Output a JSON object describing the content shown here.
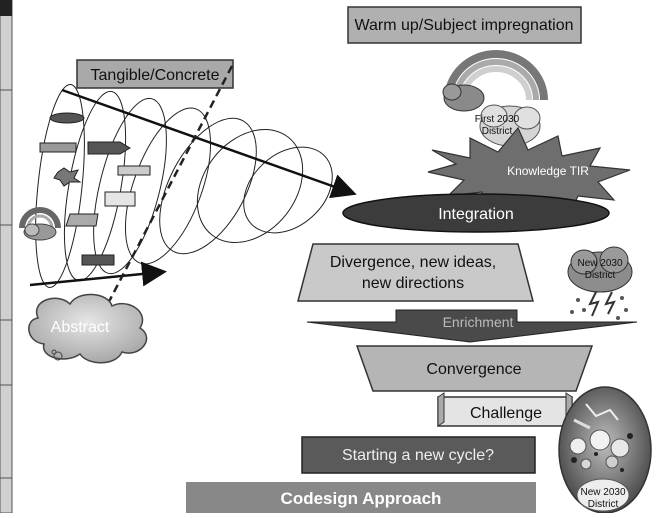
{
  "diagram": {
    "warmup_label": "Warm up/Subject impregnation",
    "tangible_label": "Tangible/Concrete",
    "abstract_label": "Abstract",
    "first_district_label": [
      "First 2030",
      "District"
    ],
    "knowledge_label": "Knowledge TIR",
    "integration_label": "Integration",
    "divergence_label": [
      "Divergence, new ideas,",
      "new directions"
    ],
    "new_district_label": [
      "New 2030",
      "District"
    ],
    "enrichment_label": "Enrichment",
    "convergence_label": "Convergence",
    "challenge_label": "Challenge",
    "starting_cycle_label": "Starting a new cycle?",
    "codesign_label": "Codesign Approach",
    "new_district_bottom_label": [
      "New 2030",
      "District"
    ]
  }
}
